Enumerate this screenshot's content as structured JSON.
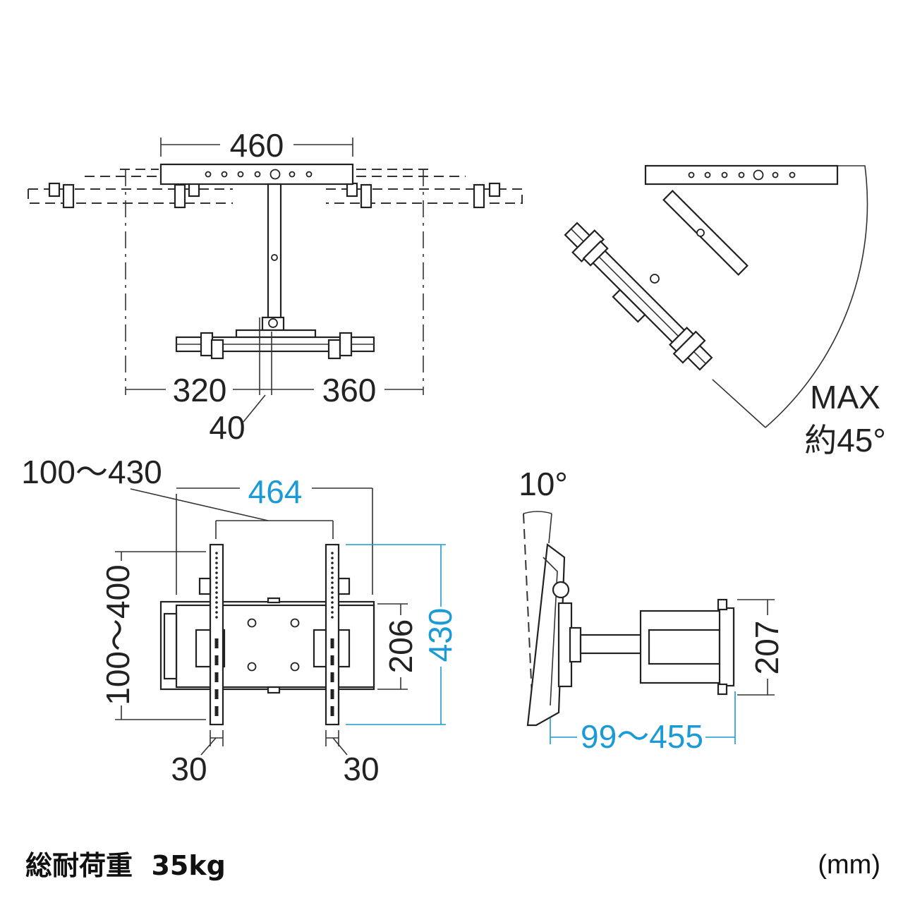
{
  "top_view": {
    "width_label": "460",
    "left_reach_label": "320",
    "right_reach_label": "360",
    "depth_label": "40"
  },
  "swivel_view": {
    "max_label": "MAX",
    "angle_label": "約45°"
  },
  "front_view": {
    "vesa_h_label": "100～430",
    "overall_width_label": "464",
    "height_label": "430",
    "plate_height_label": "206",
    "vesa_v_label": "100～400",
    "rail_left_label": "30",
    "rail_right_label": "30"
  },
  "side_view": {
    "tilt_label": "10°",
    "extension_label": "99～455",
    "plate_height_label": "207"
  },
  "footer": {
    "load_label": "総耐荷重  35kg",
    "unit_label": "(mm)"
  }
}
